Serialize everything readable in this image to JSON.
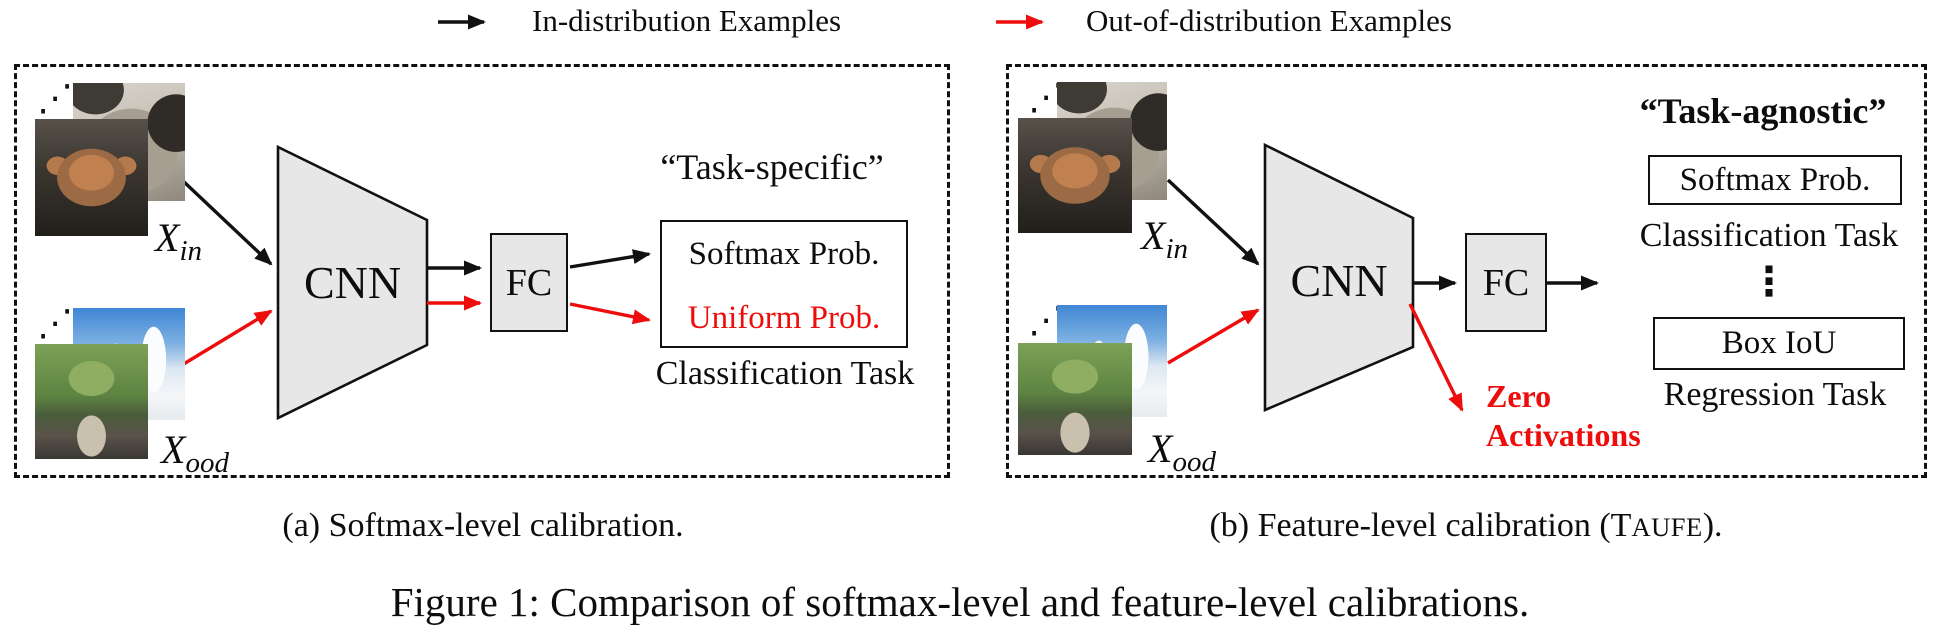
{
  "legend": {
    "in_distribution": "In-distribution Examples",
    "out_of_distribution": "Out-of-distribution Examples"
  },
  "colors": {
    "arrow_black": "#111111",
    "arrow_red": "#ee0d0d",
    "node_fill": "#e7e7e7",
    "text_black": "#0d0d0d"
  },
  "icons": {
    "diagonal_dots": "⋰",
    "vertical_ellipsis": "⋮",
    "photos": [
      "pug-dog-photo",
      "chimpanzee-photo",
      "snowy-trees-photo",
      "forest-path-photo"
    ]
  },
  "panel_a": {
    "x_in_base": "X",
    "x_in_sub": "in",
    "x_ood_base": "X",
    "x_ood_sub": "ood",
    "dots_top": "⋰",
    "dots_bottom": "⋰",
    "cnn": "CNN",
    "fc": "FC",
    "header_quote": "“Task-specific”",
    "output_row1": "Softmax Prob.",
    "output_row2": "Uniform Prob.",
    "task": "Classification Task",
    "caption": "(a) Softmax-level calibration."
  },
  "panel_b": {
    "x_in_base": "X",
    "x_in_sub": "in",
    "x_ood_base": "X",
    "x_ood_sub": "ood",
    "dots_top": "⋰",
    "dots_bottom": "⋰",
    "cnn": "CNN",
    "fc": "FC",
    "header_quote": "“Task-agnostic”",
    "softmax_box": "Softmax Prob.",
    "classification": "Classification Task",
    "vertical_ellipsis": "⋮",
    "iou_box": "Box IoU",
    "regression": "Regression Task",
    "zero_line1": "Zero",
    "zero_line2": "Activations",
    "caption_pre": "(b) Feature-level calibration (T",
    "caption_smallcaps": "AUFE",
    "caption_post": ")."
  },
  "figure_caption": "Figure 1: Comparison of softmax-level and feature-level calibrations."
}
